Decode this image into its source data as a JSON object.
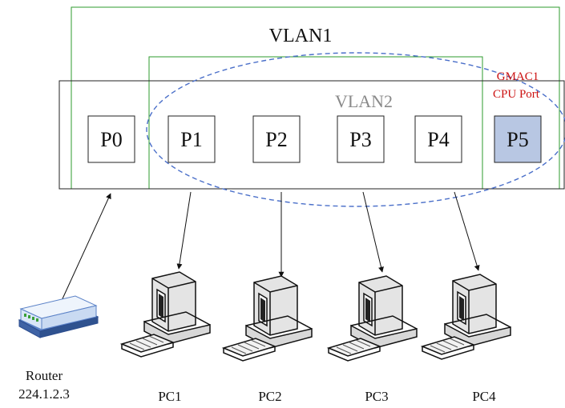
{
  "vlan1": {
    "label": "VLAN1"
  },
  "vlan2": {
    "label": "VLAN2"
  },
  "cpu": {
    "name": "GMAC1",
    "port_label": "CPU Port"
  },
  "ports": [
    {
      "label": "P0"
    },
    {
      "label": "P1"
    },
    {
      "label": "P2"
    },
    {
      "label": "P3"
    },
    {
      "label": "P4"
    },
    {
      "label": "P5"
    }
  ],
  "router": {
    "label": "Router",
    "ip": "224.1.2.3"
  },
  "pcs": [
    {
      "label": "PC1"
    },
    {
      "label": "PC2"
    },
    {
      "label": "PC3"
    },
    {
      "label": "PC4"
    }
  ],
  "colors": {
    "vlan_border": "#2e9b2e",
    "ellipse": "#4a6fc9",
    "cpu_port_fill": "#b8c7e3",
    "gmac_text": "#cc1111",
    "switch_border": "#222222"
  }
}
